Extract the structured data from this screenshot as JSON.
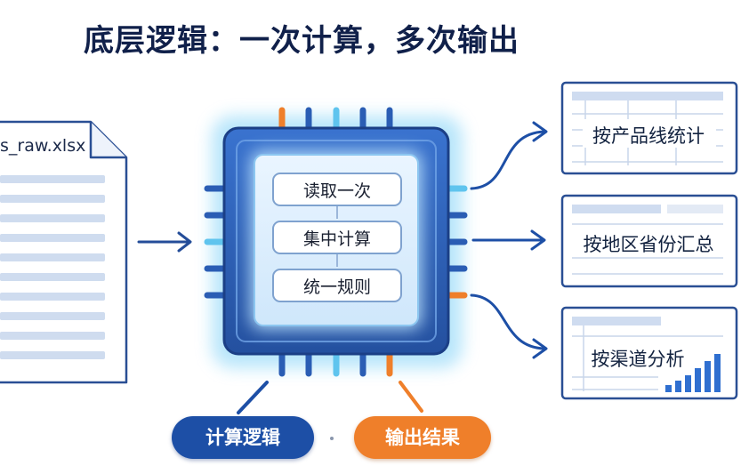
{
  "title": "底层逻辑：一次计算，多次输出",
  "input": {
    "file_name": "s_raw.xlsx",
    "icon": "spreadsheet-file-icon"
  },
  "processor": {
    "icon": "chip-icon",
    "steps": [
      "读取一次",
      "集中计算",
      "统一规则"
    ]
  },
  "outputs": [
    {
      "label": "按产品线统计",
      "icon": "table-icon"
    },
    {
      "label": "按地区省份汇总",
      "icon": "table-icon"
    },
    {
      "label": "按渠道分析",
      "icon": "bar-chart-icon"
    }
  ],
  "legend": {
    "compute_logic": "计算逻辑",
    "output_results": "输出结果"
  },
  "colors": {
    "primary_blue": "#1d4fa6",
    "accent_orange": "#ef7f2a",
    "chip_blue": "#2e63bf",
    "glow_cyan": "#5fc4ee"
  }
}
